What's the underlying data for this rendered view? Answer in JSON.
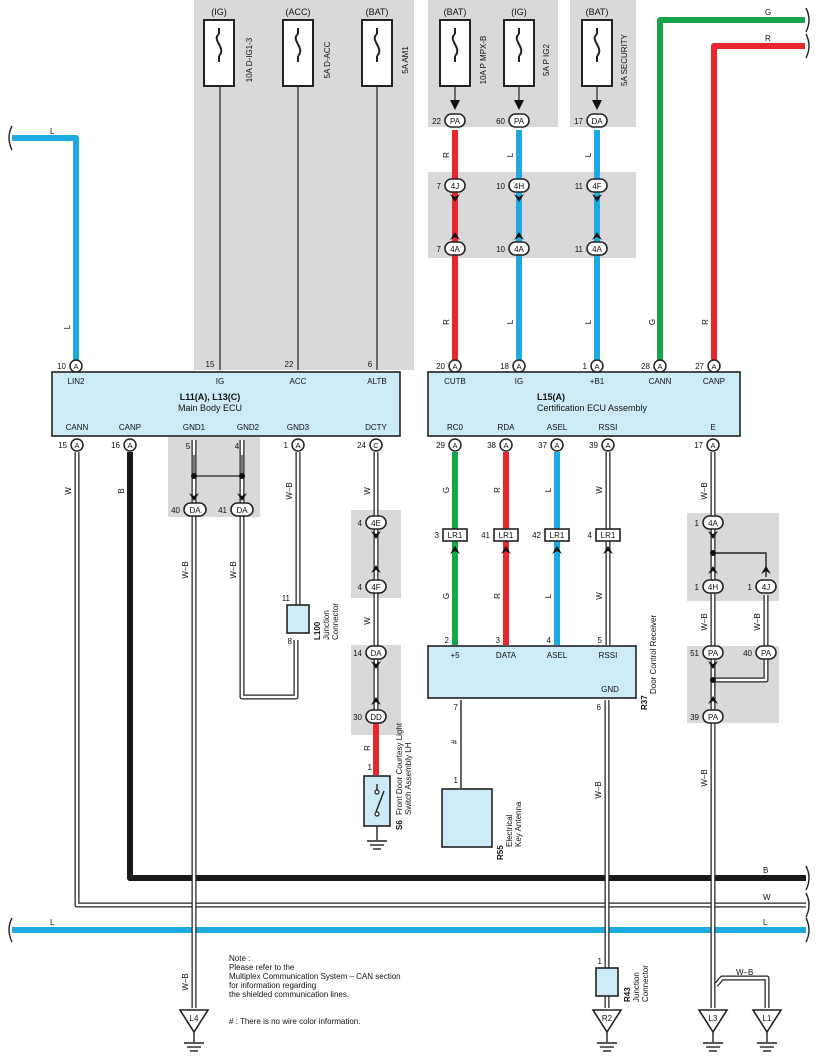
{
  "fuses": [
    {
      "id": "f1",
      "supply": "(IG)",
      "name": "10A D-IG1-3"
    },
    {
      "id": "f2",
      "supply": "(ACC)",
      "name": "5A D-ACC"
    },
    {
      "id": "f3",
      "supply": "(BAT)",
      "name": "5A AM1"
    },
    {
      "id": "f4",
      "supply": "(BAT)",
      "name": "10A P MPX-B"
    },
    {
      "id": "f5",
      "supply": "(IG)",
      "name": "5A P IG2"
    },
    {
      "id": "f6",
      "supply": "(BAT)",
      "name": "5A SECURITY"
    }
  ],
  "main_ecu": {
    "title": "L11(A), L13(C)",
    "subtitle": "Main Body ECU",
    "top_pins": [
      {
        "num": "10",
        "conn": "A",
        "label": "LIN2"
      },
      {
        "num": "15",
        "conn": "",
        "label": "IG"
      },
      {
        "num": "22",
        "conn": "",
        "label": "ACC"
      },
      {
        "num": "6",
        "conn": "",
        "label": "ALTB"
      }
    ],
    "bottom_pins": [
      {
        "num": "15",
        "conn": "A",
        "label": "CANN"
      },
      {
        "num": "16",
        "conn": "A",
        "label": "CANP"
      },
      {
        "num": "5",
        "conn": "",
        "label": "GND1"
      },
      {
        "num": "4",
        "conn": "",
        "label": "GND2"
      },
      {
        "num": "1",
        "conn": "A",
        "label": "GND3"
      },
      {
        "num": "24",
        "conn": "C",
        "label": "DCTY"
      }
    ]
  },
  "cert_ecu": {
    "title": "L15(A)",
    "subtitle": "Certification ECU Assembly",
    "top_pins": [
      {
        "num": "20",
        "conn": "A",
        "label": "CUTB"
      },
      {
        "num": "18",
        "conn": "A",
        "label": "IG"
      },
      {
        "num": "1",
        "conn": "A",
        "label": "+B1"
      },
      {
        "num": "28",
        "conn": "A",
        "label": "CANN"
      },
      {
        "num": "27",
        "conn": "A",
        "label": "CANP"
      }
    ],
    "bottom_pins": [
      {
        "num": "29",
        "conn": "A",
        "label": "RC0"
      },
      {
        "num": "38",
        "conn": "A",
        "label": "RDA"
      },
      {
        "num": "37",
        "conn": "A",
        "label": "ASEL"
      },
      {
        "num": "39",
        "conn": "A",
        "label": "RSSI"
      },
      {
        "num": "17",
        "conn": "A",
        "label": "E"
      }
    ]
  },
  "receiver": {
    "code": "R37",
    "name": "Door Control Receiver",
    "pins": [
      {
        "num": "2",
        "label": "+5"
      },
      {
        "num": "3",
        "label": "DATA"
      },
      {
        "num": "4",
        "label": "ASEL"
      },
      {
        "num": "5",
        "label": "RSSI"
      }
    ],
    "gnd_label": "GND",
    "gnd_pin": "6",
    "antenna_pin": "7"
  },
  "antenna": {
    "code": "R55",
    "line1": "Electrical",
    "line2": "Key Antenna",
    "pin": "1"
  },
  "switch": {
    "code": "S6",
    "line1": "Front Door Courtesy Light",
    "line2": "Switch Assembly LH",
    "pin": "1"
  },
  "jc_l100": {
    "code": "L100",
    "line1": "Junction",
    "line2": "Connector",
    "pin_top": "11",
    "pin_bottom": "8"
  },
  "jc_r43": {
    "code": "R43",
    "line1": "Junction",
    "line2": "Connector",
    "pin": "1"
  },
  "connectors": {
    "pa22": {
      "num": "22",
      "code": "PA"
    },
    "pa60": {
      "num": "60",
      "code": "PA"
    },
    "da17": {
      "num": "17",
      "code": "DA"
    },
    "j4j_7": {
      "num": "7",
      "code": "4J"
    },
    "j4h_10": {
      "num": "10",
      "code": "4H"
    },
    "j4f_11": {
      "num": "11",
      "code": "4F"
    },
    "j4a_7": {
      "num": "7",
      "code": "4A"
    },
    "j4a_10": {
      "num": "10",
      "code": "4A"
    },
    "j4a_11": {
      "num": "11",
      "code": "4A"
    },
    "da40": {
      "num": "40",
      "code": "DA"
    },
    "da41": {
      "num": "41",
      "code": "DA"
    },
    "j4e_4": {
      "num": "4",
      "code": "4E"
    },
    "j4f_4": {
      "num": "4",
      "code": "4F"
    },
    "da14": {
      "num": "14",
      "code": "DA"
    },
    "dd30": {
      "num": "30",
      "code": "DD"
    },
    "lr1_3": {
      "num": "3",
      "code": "LR1"
    },
    "lr1_41": {
      "num": "41",
      "code": "LR1"
    },
    "lr1_42": {
      "num": "42",
      "code": "LR1"
    },
    "lr1_4": {
      "num": "4",
      "code": "LR1"
    },
    "j4a_1": {
      "num": "1",
      "code": "4A"
    },
    "j4h_1": {
      "num": "1",
      "code": "4H"
    },
    "j4j_1": {
      "num": "1",
      "code": "4J"
    },
    "pa51": {
      "num": "51",
      "code": "PA"
    },
    "pa40": {
      "num": "40",
      "code": "PA"
    },
    "pa39": {
      "num": "39",
      "code": "PA"
    }
  },
  "wire_colors": {
    "L": "L",
    "R": "R",
    "G": "G",
    "W": "W",
    "B": "B",
    "WB": "W–B",
    "hash": "#"
  },
  "grounds": [
    "L4",
    "R2",
    "L3",
    "L1"
  ],
  "notes": {
    "line1": "Note :",
    "line2": "Please refer to the",
    "line3": "Multiplex Communication System – CAN section",
    "line4": "for information regarding",
    "line5": "the shielded communication lines.",
    "hash_note": "# : There is no wire color information."
  },
  "colors": {
    "blue": "#1ea9e1",
    "red": "#e8262d",
    "green": "#16a54b",
    "black": "#1a1a1a",
    "ecu_fill": "#cdeaf7",
    "shade": "#d9d9dc"
  }
}
